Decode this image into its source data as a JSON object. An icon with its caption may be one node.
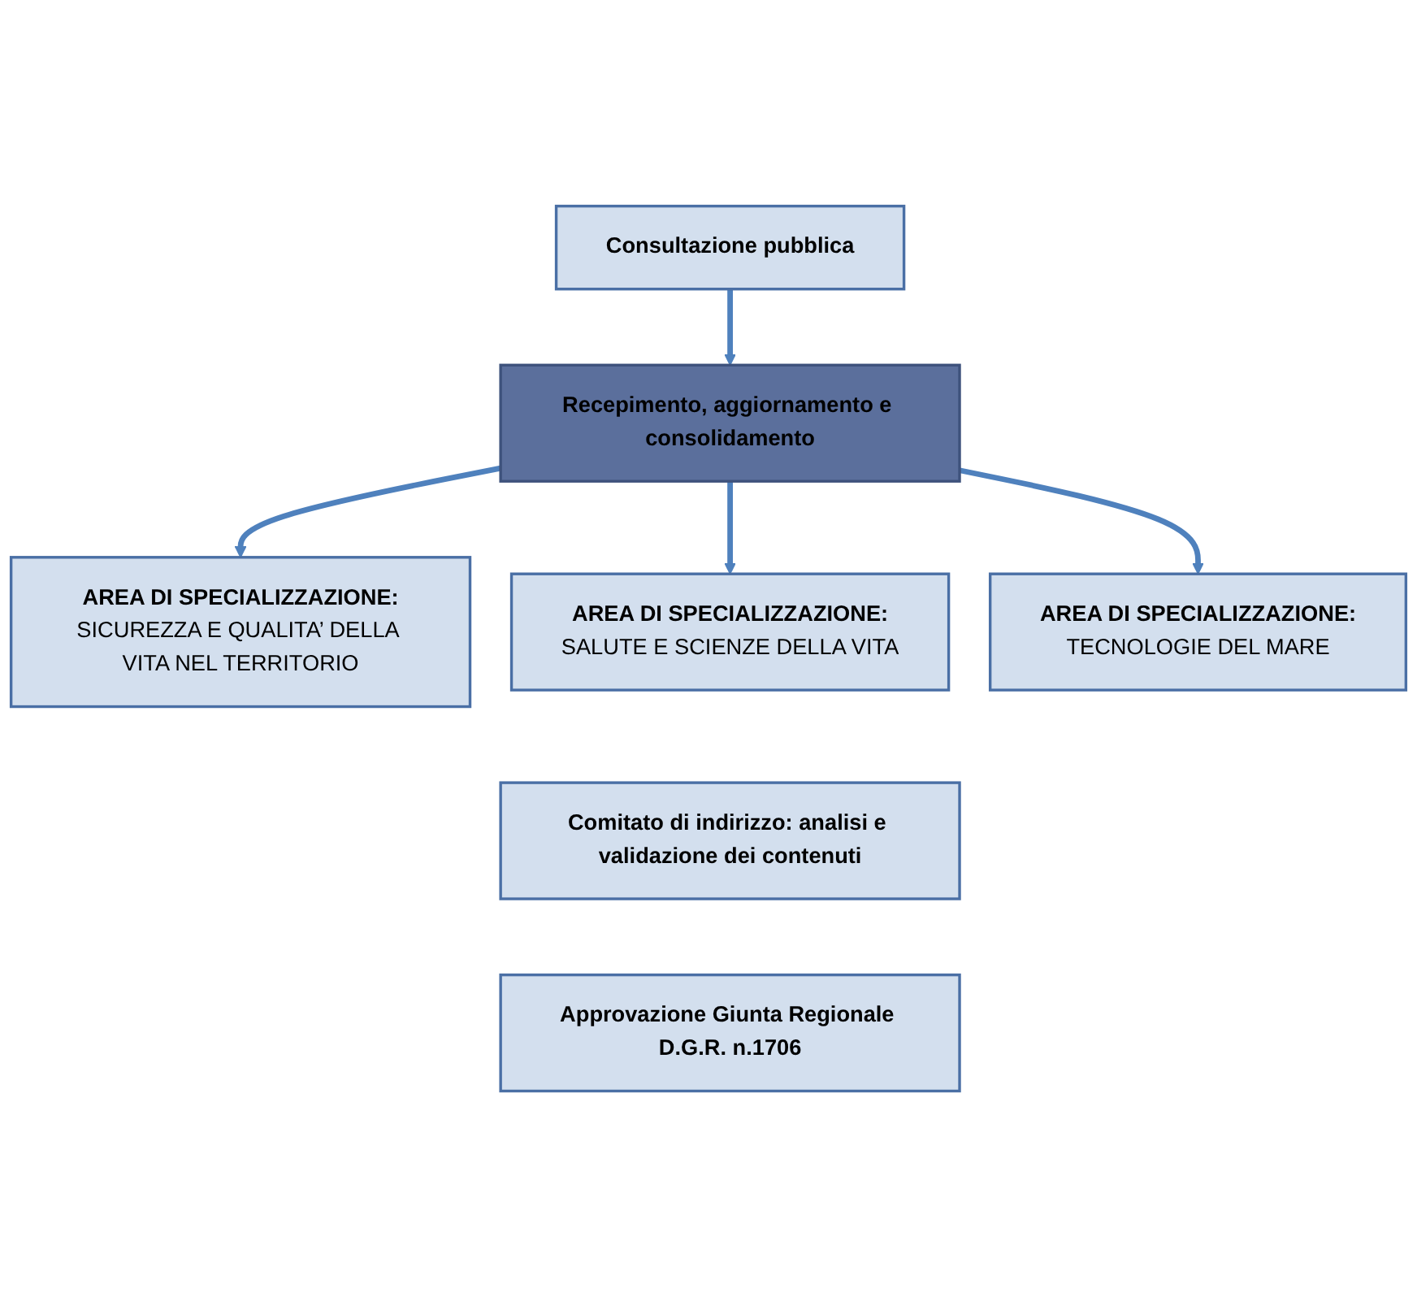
{
  "diagram": {
    "nodes": [
      {
        "text": [
          "Consultazione pubblica"
        ]
      },
      {
        "text": [
          "Recepimento, aggiornamento e consolidamento"
        ]
      },
      {
        "text": [
          "AREA DI SPECIALIZZAZIONE:",
          "SICUREZZA E QUALITA’ DELLA VITA NEL TERRITORIO"
        ]
      },
      {
        "text": [
          "AREA DI SPECIALIZZAZIONE:",
          "SALUTE E SCIENZE DELLA VITA"
        ]
      },
      {
        "text": [
          "AREA DI SPECIALIZZAZIONE:",
          "TECNOLOGIE DEL MARE"
        ]
      },
      {
        "text": [
          "Comitato di indirizzo: analisi e validazione dei contenuti"
        ]
      },
      {
        "text": [
          "Approvazione Giunta Regionale D.G.R. n.1706"
        ]
      }
    ],
    "edges": [
      {
        "from": 0,
        "to": 1,
        "arrow": "to"
      },
      {
        "from": 1,
        "to": 2,
        "arrow": "to"
      },
      {
        "from": 1,
        "to": 3,
        "arrow": "to"
      },
      {
        "from": 1,
        "to": 4,
        "arrow": "to"
      }
    ]
  }
}
